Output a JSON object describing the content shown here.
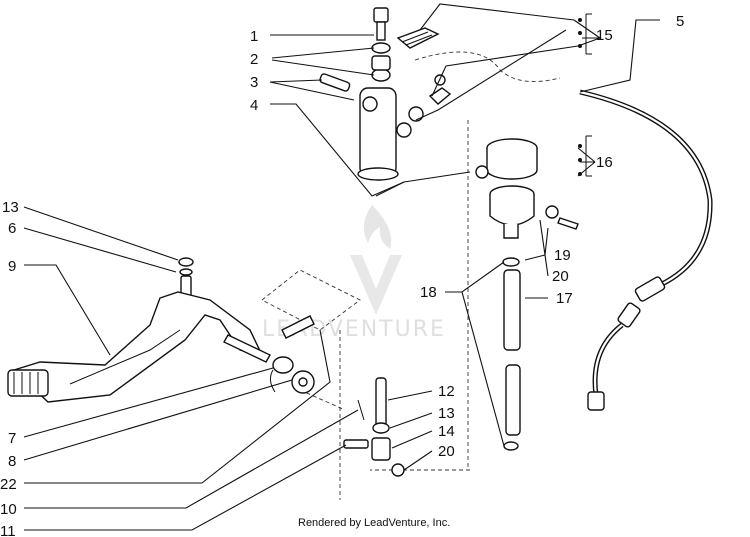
{
  "labels": {
    "l1": "1",
    "l2": "2",
    "l3": "3",
    "l4": "4",
    "l5": "5",
    "l15": "15",
    "l16": "16",
    "l13a": "13",
    "l6": "6",
    "l9": "9",
    "l19": "19",
    "l20a": "20",
    "l18": "18",
    "l17": "17",
    "l7": "7",
    "l8": "8",
    "l22": "22",
    "l10": "10",
    "l11": "11",
    "l12": "12",
    "l13b": "13",
    "l14": "14",
    "l20b": "20"
  },
  "watermark": {
    "text": "LEADVENTURE"
  },
  "credit": {
    "text": "Rendered by LeadVenture, Inc."
  }
}
